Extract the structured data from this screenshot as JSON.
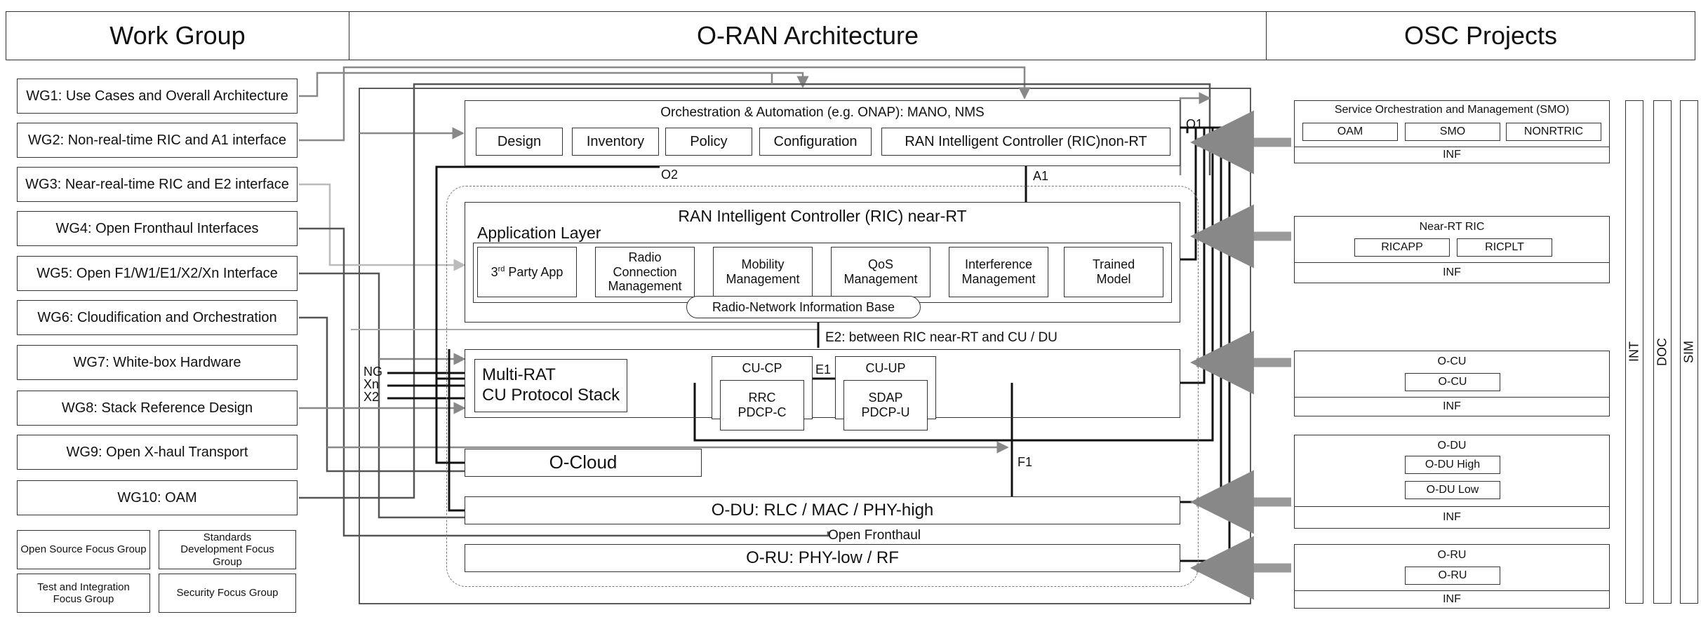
{
  "headers": {
    "work_group": "Work Group",
    "architecture": "O-RAN Architecture",
    "osc_projects": "OSC Projects"
  },
  "work_groups": [
    "WG1: Use Cases and Overall Architecture",
    "WG2: Non-real-time RIC and A1 interface",
    "WG3: Near-real-time RIC and E2 interface",
    "WG4: Open Fronthaul Interfaces",
    "WG5: Open F1/W1/E1/X2/Xn Interface",
    "WG6: Cloudification and Orchestration",
    "WG7: White-box Hardware",
    "WG8: Stack Reference Design",
    "WG9: Open X-haul Transport",
    "WG10: OAM"
  ],
  "focus_groups": [
    "Open Source Focus Group",
    "Standards Development Focus Group",
    "Test and Integration Focus Group",
    "Security Focus Group"
  ],
  "orchestration": {
    "title": "Orchestration & Automation (e.g. ONAP): MANO, NMS",
    "items": [
      "Design",
      "Inventory",
      "Policy",
      "Configuration"
    ],
    "ric_non_rt": "RAN Intelligent Controller (RIC)non-RT"
  },
  "near_rt": {
    "title": "RAN Intelligent Controller (RIC) near-RT",
    "app_layer": "Application Layer",
    "third_party_base": "3",
    "third_party_sup": "rd",
    "third_party_rest": " Party App",
    "apps": [
      "Radio Connection Management",
      "Mobility Management",
      "QoS Management",
      "Interference Management",
      "Trained Model"
    ],
    "rnib": "Radio-Network Information Base"
  },
  "cu": {
    "multi_rat_1": "Multi-RAT",
    "multi_rat_2": "CU Protocol Stack",
    "cu_cp": "CU-CP",
    "cu_up": "CU-UP",
    "rrc_1": "RRC",
    "rrc_2": "PDCP-C",
    "sdap_1": "SDAP",
    "sdap_2": "PDCP-U"
  },
  "blocks": {
    "o_cloud": "O-Cloud",
    "o_du": "O-DU: RLC / MAC / PHY-high",
    "o_ru": "O-RU: PHY-low / RF"
  },
  "interfaces": {
    "o1": "O1",
    "o2": "O2",
    "a1": "A1",
    "e2": "E2: between RIC near-RT and CU / DU",
    "e1": "E1",
    "f1": "F1",
    "ng": "NG",
    "xn": "Xn",
    "x2": "X2",
    "open_fronthaul": "Open Fronthaul"
  },
  "osc": {
    "smo": {
      "title": "Service Orchestration and Management (SMO)",
      "items": [
        "OAM",
        "SMO",
        "NONRTRIC"
      ],
      "inf": "INF"
    },
    "near_rt_ric": {
      "title": "Near-RT RIC",
      "items": [
        "RICAPP",
        "RICPLT"
      ],
      "inf": "INF"
    },
    "o_cu": {
      "title": "O-CU",
      "items": [
        "O-CU"
      ],
      "inf": "INF"
    },
    "o_du": {
      "title": "O-DU",
      "items": [
        "O-DU High",
        "O-DU Low"
      ],
      "inf": "INF"
    },
    "o_ru": {
      "title": "O-RU",
      "items": [
        "O-RU"
      ],
      "inf": "INF"
    },
    "vertical": [
      "INT",
      "DOC",
      "SIM"
    ]
  },
  "colors": {
    "line": "#111111",
    "gray_line": "#888888",
    "light_line": "#bbbbbb",
    "arrow_fill": "#999999"
  }
}
